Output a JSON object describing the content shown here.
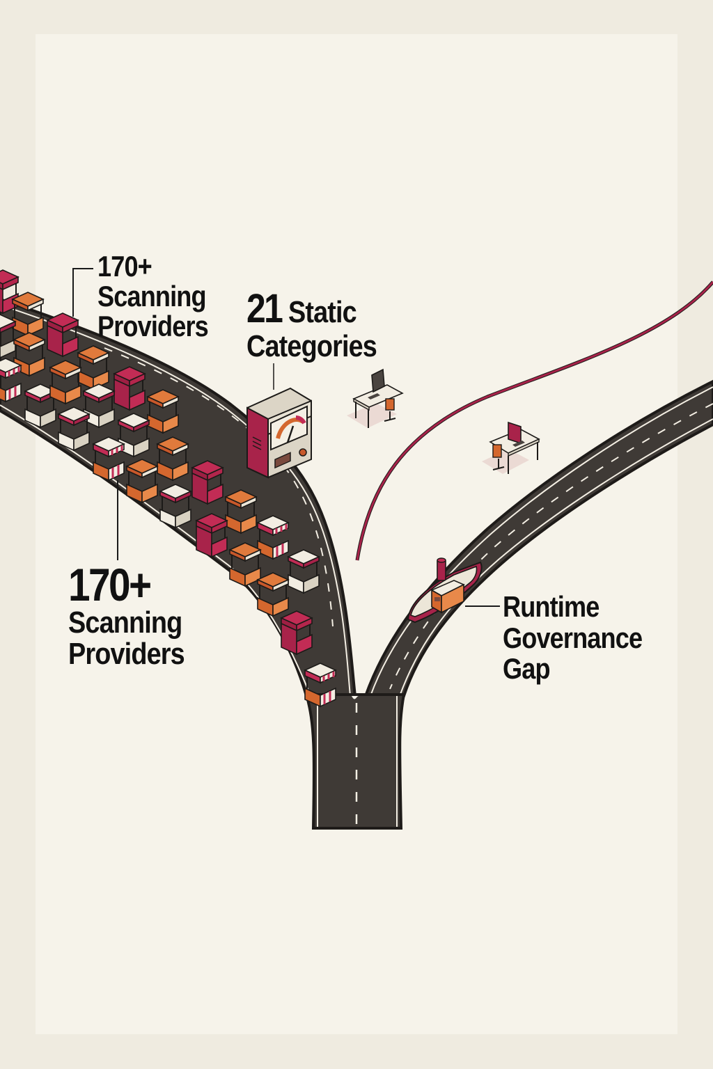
{
  "background": {
    "outer_color": "#efebe0",
    "paper_color": "#f6f3ea"
  },
  "colors": {
    "road": "#3f3a36",
    "road_edge": "#1e1b19",
    "lane_marking": "#f4efe4",
    "crimson": "#a8234a",
    "orange": "#d4672e",
    "cream": "#ece6d8",
    "outline": "#1c1a18"
  },
  "labels": {
    "top_left": {
      "number": "170+",
      "line1": "Scanning",
      "line2": "Providers"
    },
    "center": {
      "number": "21",
      "word1": "Static",
      "line2": "Categories"
    },
    "bottom_left": {
      "number": "170+",
      "line1": "Scanning",
      "line2": "Providers"
    },
    "right": {
      "line1": "Runtime",
      "line2": "Governance",
      "line3": "Gap"
    }
  },
  "icons": {
    "stalls": "market-stall-icon",
    "gauge_machine": "gauge-machine-icon",
    "desk_1": "office-desk-icon",
    "desk_2": "office-desk-icon",
    "boat": "boat-icon",
    "path_line": "crimson-path-line"
  }
}
